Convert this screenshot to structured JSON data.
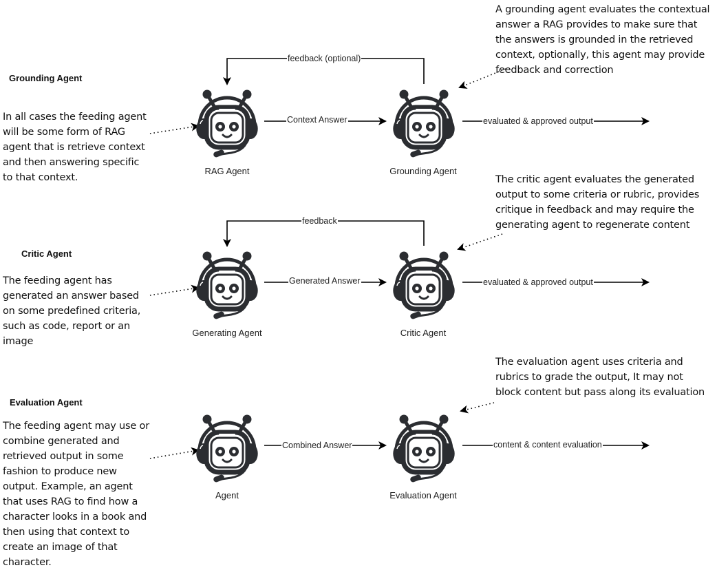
{
  "sections": [
    {
      "title": "Grounding Agent",
      "left_description": "In all cases the feeding agent\nwill be some form of RAG\nagent that is retrieve context\nand then answering specific\nto that context.",
      "right_description": "A grounding agent evaluates the contextual\nanswer a RAG provides to make sure that\nthe answers is grounded in the retrieved\ncontext, optionally, this agent may provide\nfeedback and correction",
      "source_agent": "RAG Agent",
      "target_agent": "Grounding Agent",
      "flow_label": "Context Answer",
      "feedback_label": "feedback (optional)",
      "output_label": "evaluated & approved output"
    },
    {
      "title": "Critic Agent",
      "left_description": "The feeding agent has\ngenerated an answer based\non some predefined criteria,\nsuch as code, report or an\nimage",
      "right_description": "The critic agent evaluates the generated\noutput to some criteria or rubric, provides\ncritique in feedback and may require the\ngenerating agent to regenerate content",
      "source_agent": "Generating Agent",
      "target_agent": "Critic Agent",
      "flow_label": "Generated Answer",
      "feedback_label": "feedback",
      "output_label": "evaluated & approved output"
    },
    {
      "title": "Evaluation Agent",
      "left_description": "The feeding agent may use or\ncombine generated and\nretrieved output in some\nfashion to produce new\noutput. Example, an agent\nthat uses RAG to find how a\ncharacter looks in a book and\nthen using that context to\ncreate an image of that\ncharacter.",
      "right_description": "The evaluation agent uses criteria and\nrubrics to grade the output, It may not\nblock content but pass along its evaluation",
      "source_agent": "Agent",
      "target_agent": "Evaluation Agent",
      "flow_label": "Combined Answer",
      "feedback_label": null,
      "output_label": "content & content evaluation"
    }
  ],
  "icons": {
    "agent": "robot-headset-icon"
  },
  "colors": {
    "ink": "#2b2d31",
    "line": "#000000"
  }
}
